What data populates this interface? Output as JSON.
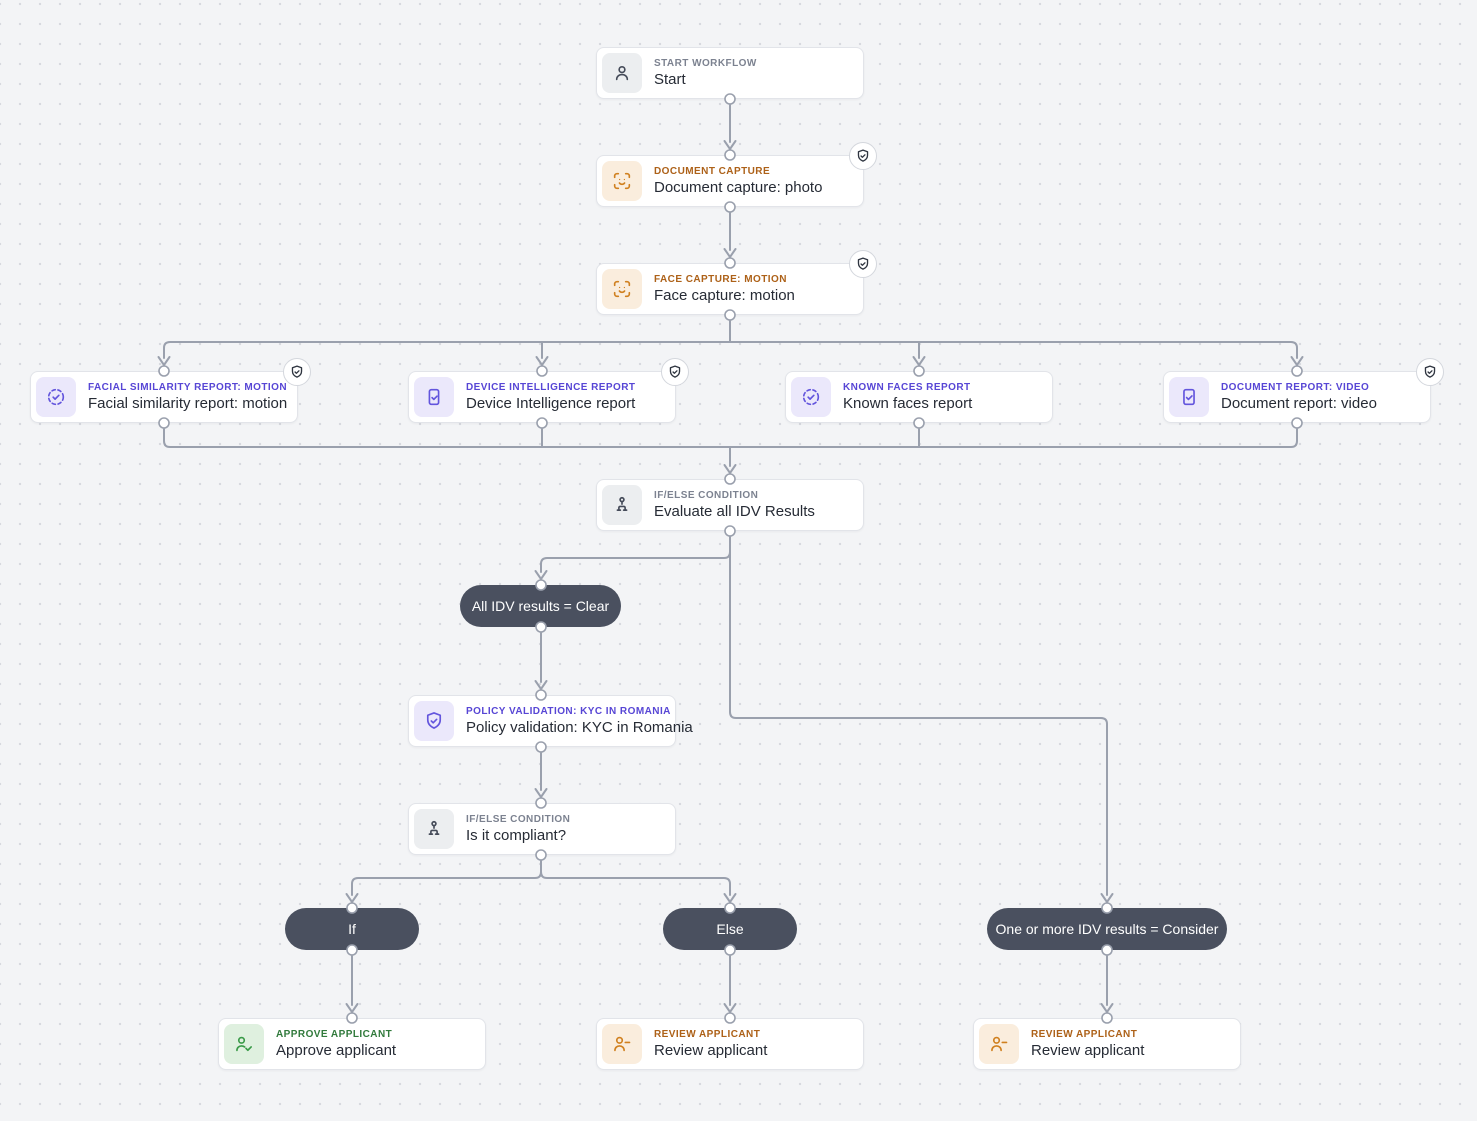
{
  "diagram": {
    "nodes": [
      {
        "id": "start",
        "category": "START WORKFLOW",
        "title": "Start",
        "icon": "user-icon",
        "theme": "gray",
        "badge": false
      },
      {
        "id": "document-capture",
        "category": "DOCUMENT CAPTURE",
        "title": "Document capture: photo",
        "icon": "face-scan-icon",
        "theme": "orange",
        "badge": true
      },
      {
        "id": "face-capture-motion",
        "category": "FACE CAPTURE: MOTION",
        "title": "Face capture: motion",
        "icon": "face-scan-icon",
        "theme": "orange",
        "badge": true
      },
      {
        "id": "facial-similarity-report",
        "category": "FACIAL SIMILARITY REPORT: MOTION",
        "title": "Facial similarity report: motion",
        "icon": "face-match-icon",
        "theme": "purple",
        "badge": true
      },
      {
        "id": "device-intelligence-report",
        "category": "DEVICE INTELLIGENCE REPORT",
        "title": "Device Intelligence report",
        "icon": "device-check-icon",
        "theme": "purple",
        "badge": true
      },
      {
        "id": "known-faces-report",
        "category": "KNOWN FACES REPORT",
        "title": "Known faces report",
        "icon": "face-match-icon",
        "theme": "purple",
        "badge": false
      },
      {
        "id": "document-report-video",
        "category": "DOCUMENT REPORT: VIDEO",
        "title": "Document report: video",
        "icon": "document-check-icon",
        "theme": "purple",
        "badge": true
      },
      {
        "id": "evaluate-idv-results",
        "category": "IF/ELSE CONDITION",
        "title": "Evaluate all IDV Results",
        "icon": "branch-icon",
        "theme": "gray",
        "badge": false
      },
      {
        "id": "policy-validation-kyc-romania",
        "category": "POLICY VALIDATION: KYC IN ROMANIA",
        "title": "Policy validation: KYC in Romania",
        "icon": "shield-check-icon",
        "theme": "purple",
        "badge": false
      },
      {
        "id": "is-it-compliant",
        "category": "IF/ELSE CONDITION",
        "title": "Is it compliant?",
        "icon": "branch-icon",
        "theme": "gray",
        "badge": false
      },
      {
        "id": "approve-applicant",
        "category": "APPROVE APPLICANT",
        "title": "Approve applicant",
        "icon": "user-check-icon",
        "theme": "green",
        "badge": false
      },
      {
        "id": "review-applicant-else",
        "category": "REVIEW APPLICANT",
        "title": "Review applicant",
        "icon": "user-minus-icon",
        "theme": "orange",
        "badge": false
      },
      {
        "id": "review-applicant-consider",
        "category": "REVIEW APPLICANT",
        "title": "Review applicant",
        "icon": "user-minus-icon",
        "theme": "orange",
        "badge": false
      }
    ],
    "branches": [
      {
        "id": "all-clear",
        "text": "All IDV results = Clear"
      },
      {
        "id": "if",
        "text": "If"
      },
      {
        "id": "else",
        "text": "Else"
      },
      {
        "id": "consider",
        "text": "One or more IDV results = Consider"
      }
    ],
    "badge_icon": "shield-check-icon"
  },
  "colors": {
    "canvas_bg": "#f3f4f6",
    "edge": "#9aa0ad",
    "pill_bg": "#4a505f",
    "pill_text": "#ffffff",
    "node_bg": "#ffffff",
    "accent_gray": "#7c8290",
    "accent_orange": "#ad6118",
    "accent_purple": "#5746d5",
    "accent_green": "#317a3c"
  }
}
